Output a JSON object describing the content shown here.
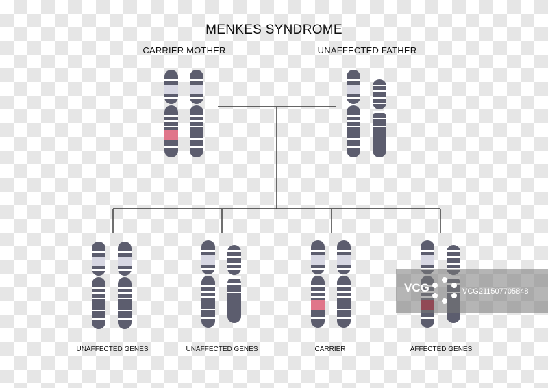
{
  "title": "MENKES SYNDROME",
  "parents": {
    "mother_label": "CARRIER MOTHER",
    "father_label": "UNAFFECTED FATHER"
  },
  "children": [
    {
      "label": "UNAFFECTED GENES"
    },
    {
      "label": "UNAFFECTED GENES"
    },
    {
      "label": "CARRIER"
    },
    {
      "label": "AFFECTED GENES"
    }
  ],
  "colors": {
    "chromosome_body": "#5c5d6e",
    "chromosome_light_band": "#d7d7e3",
    "carrier_marker": "#e0768a",
    "affected_marker": "#b0102a",
    "connector_line": "#333333"
  },
  "watermark": {
    "logo": "VCG",
    "id": "VCG211507705848"
  }
}
